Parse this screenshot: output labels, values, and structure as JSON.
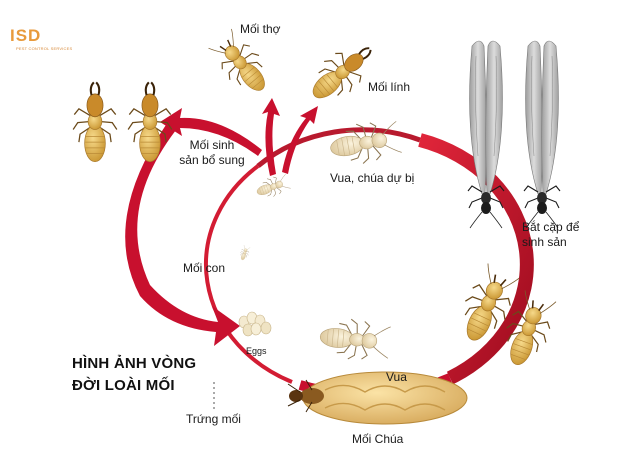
{
  "logo": {
    "text": "ISD",
    "tagline": "PEST CONTROL SERVICES",
    "color": "#e89a3c"
  },
  "title": {
    "line1": "HÌNH ẢNH VÒNG",
    "line2": "ĐỜI LOÀI MỐI"
  },
  "stages": {
    "worker": "Mối thợ",
    "soldier": "Mối lính",
    "supplementary_line1": "Mối sinh",
    "supplementary_line2": "sản bổ sung",
    "reserve_royals": "Vua, chúa dự bị",
    "alates_line1": "Bắt cặp để",
    "alates_line2": "sinh sản",
    "nymph": "Mối con",
    "eggs_tag": "Eggs",
    "egg": "Trứng mối",
    "king": "Vua",
    "queen": "Mối Chúa"
  },
  "colors": {
    "cycle_arrow": "#c8102e",
    "termite_body": "#e0b050",
    "termite_pale": "#f2e4c2",
    "queen_body": "#edc97a",
    "wing": "#b9b9b9"
  }
}
